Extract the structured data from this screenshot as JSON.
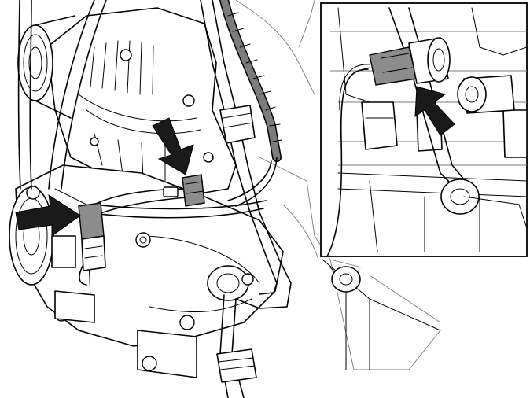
{
  "colors": {
    "line": "#000000",
    "background": "#ffffff",
    "connector_gray": "#8c8c8c",
    "callout_arrow": "#1a1a1a",
    "ghost_line": "#7a7a7a"
  },
  "figure": {
    "main_view": "engine-alternator-and-compressor-illustration",
    "inset_view": "detail-of-sensor-connector",
    "callout_arrows": [
      "arrow-upper-connector",
      "arrow-lower-connector",
      "arrow-inset-connector"
    ]
  }
}
